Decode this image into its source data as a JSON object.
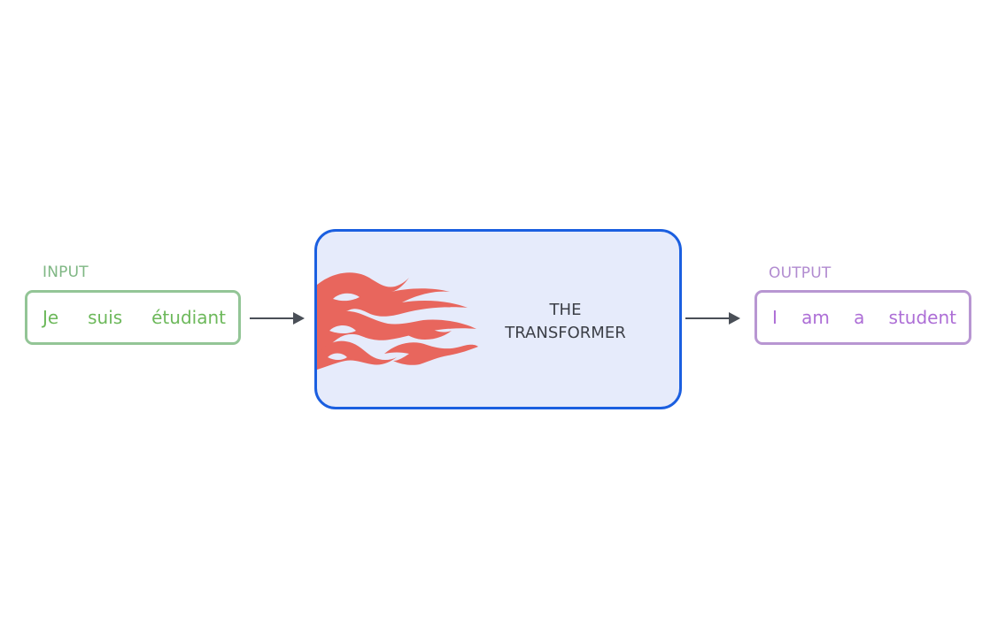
{
  "input": {
    "label": "INPUT",
    "words": [
      "Je",
      "suis",
      "étudiant"
    ]
  },
  "transformer": {
    "title_line1": "THE",
    "title_line2": "TRANSFORMER"
  },
  "output": {
    "label": "OUTPUT",
    "words": [
      "I",
      "am",
      "a",
      "student"
    ]
  },
  "colors": {
    "input_text": "#6cb85a",
    "input_border": "#93c596",
    "output_text": "#ad6ed6",
    "output_border": "#b896d2",
    "transformer_border": "#1b5fe0",
    "transformer_fill": "#e6ebfb",
    "flame": "#e8665d",
    "arrow": "#4a4f57"
  },
  "icons": {
    "transformer_logo": "flame-icon"
  }
}
